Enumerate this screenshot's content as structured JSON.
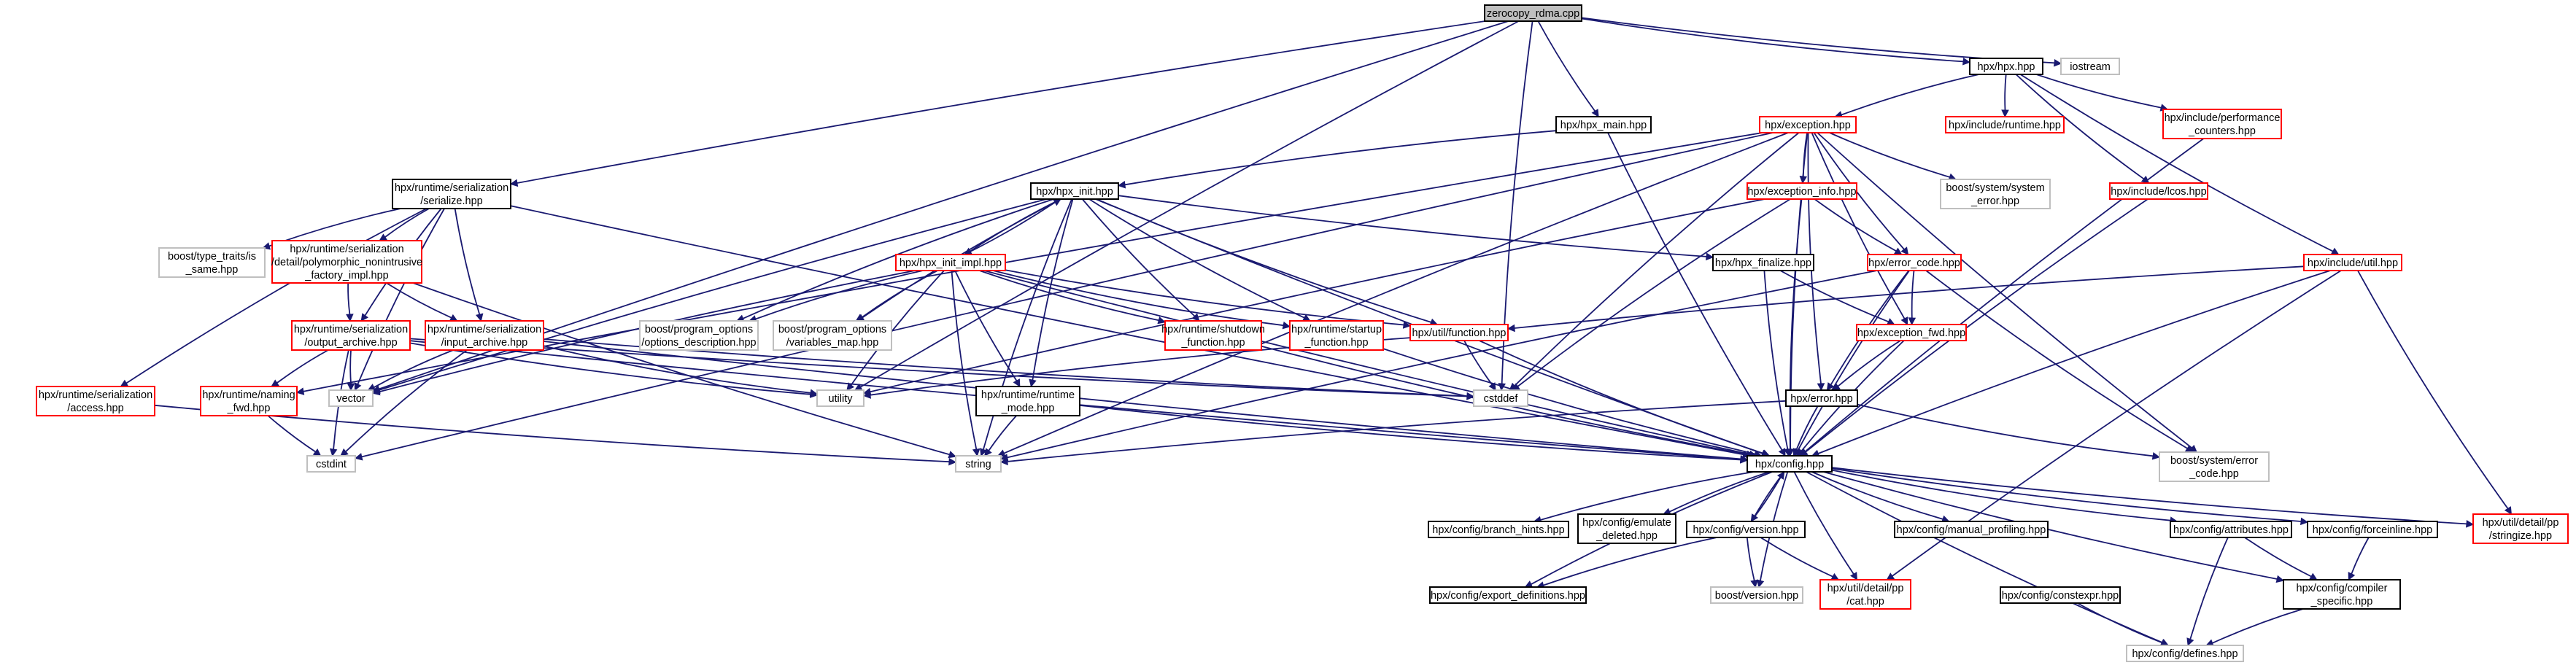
{
  "colors": {
    "edge": "#191970",
    "root_fill": "#bfbfbf",
    "red_border": "#ff0000",
    "grey_border": "#bfbfbf",
    "black_border": "#000000"
  },
  "nodes": {
    "root": "zerocopy_rdma.cpp",
    "hpx_hpp": "hpx/hpx.hpp",
    "iostream": "iostream",
    "hpx_main": "hpx/hpx_main.hpp",
    "exception": "hpx/exception.hpp",
    "inc_runtime": "hpx/include/runtime.hpp",
    "inc_perf": [
      "hpx/include/performance",
      "_counters.hpp"
    ],
    "serialize": [
      "hpx/runtime/serialization",
      "/serialize.hpp"
    ],
    "hpx_init": "hpx/hpx_init.hpp",
    "exception_info": "hpx/exception_info.hpp",
    "boost_sys_error": [
      "boost/system/system",
      "_error.hpp"
    ],
    "inc_lcos": "hpx/include/lcos.hpp",
    "type_traits": [
      "boost/type_traits/is",
      "_same.hpp"
    ],
    "polymorphic": [
      "hpx/runtime/serialization",
      "/detail/polymorphic_nonintrusive",
      "_factory_impl.hpp"
    ],
    "hpx_init_impl": "hpx/hpx_init_impl.hpp",
    "hpx_finalize": "hpx/hpx_finalize.hpp",
    "error_code": "hpx/error_code.hpp",
    "inc_util": "hpx/include/util.hpp",
    "output_archive": [
      "hpx/runtime/serialization",
      "/output_archive.hpp"
    ],
    "input_archive": [
      "hpx/runtime/serialization",
      "/input_archive.hpp"
    ],
    "opt_desc": [
      "boost/program_options",
      "/options_description.hpp"
    ],
    "var_map": [
      "boost/program_options",
      "/variables_map.hpp"
    ],
    "shutdown": [
      "hpx/runtime/shutdown",
      "_function.hpp"
    ],
    "startup": [
      "hpx/runtime/startup",
      "_function.hpp"
    ],
    "util_function": "hpx/util/function.hpp",
    "exception_fwd": "hpx/exception_fwd.hpp",
    "access": [
      "hpx/runtime/serialization",
      "/access.hpp"
    ],
    "naming_fwd": [
      "hpx/runtime/naming",
      "_fwd.hpp"
    ],
    "vector": "vector",
    "utility": "utility",
    "runtime_mode": [
      "hpx/runtime/runtime",
      "_mode.hpp"
    ],
    "cstddef": "cstddef",
    "error_hpp": "hpx/error.hpp",
    "cstdint": "cstdint",
    "string": "string",
    "config": "hpx/config.hpp",
    "boost_error_code": [
      "boost/system/error",
      "_code.hpp"
    ],
    "branch_hints": "hpx/config/branch_hints.hpp",
    "emulate_deleted": [
      "hpx/config/emulate",
      "_deleted.hpp"
    ],
    "version": "hpx/config/version.hpp",
    "manual_profiling": "hpx/config/manual_profiling.hpp",
    "attributes": "hpx/config/attributes.hpp",
    "forceinline": "hpx/config/forceinline.hpp",
    "stringize": [
      "hpx/util/detail/pp",
      "/stringize.hpp"
    ],
    "export_defs": "hpx/config/export_definitions.hpp",
    "boost_version": "boost/version.hpp",
    "cat": [
      "hpx/util/detail/pp",
      "/cat.hpp"
    ],
    "constexpr": "hpx/config/constexpr.hpp",
    "compiler_specific": [
      "hpx/config/compiler",
      "_specific.hpp"
    ],
    "defines": "hpx/config/defines.hpp"
  }
}
